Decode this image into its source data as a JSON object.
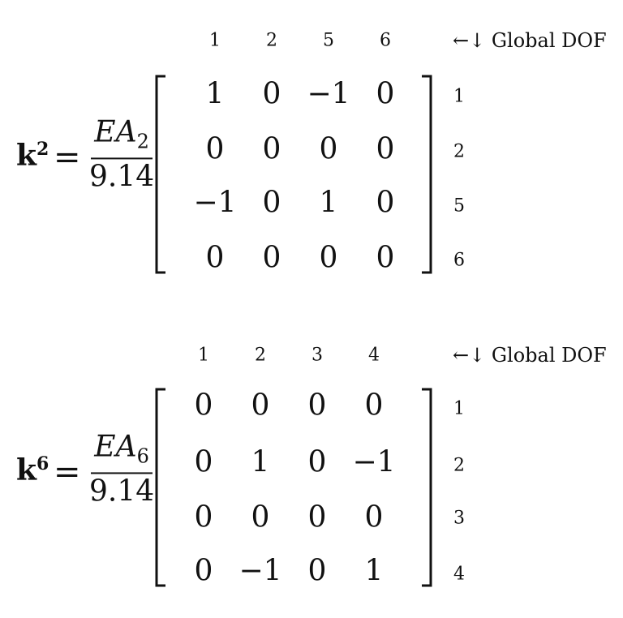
{
  "equations": [
    {
      "symbol": "k",
      "superscript": "2",
      "equals": "=",
      "numerator": {
        "base": "EA",
        "subscript": "2"
      },
      "denominator": "9.14",
      "column_dofs": [
        "1",
        "2",
        "5",
        "6"
      ],
      "row_dofs": [
        "1",
        "2",
        "5",
        "6"
      ],
      "dof_label": "←↓ Global DOF",
      "matrix": [
        [
          "1",
          "0",
          "−1",
          "0"
        ],
        [
          "0",
          "0",
          "0",
          "0"
        ],
        [
          "−1",
          "0",
          "1",
          "0"
        ],
        [
          "0",
          "0",
          "0",
          "0"
        ]
      ]
    },
    {
      "symbol": "k",
      "superscript": "6",
      "equals": "=",
      "numerator": {
        "base": "EA",
        "subscript": "6"
      },
      "denominator": "9.14",
      "column_dofs": [
        "1",
        "2",
        "3",
        "4"
      ],
      "row_dofs": [
        "1",
        "2",
        "3",
        "4"
      ],
      "dof_label": "←↓ Global DOF",
      "matrix": [
        [
          "0",
          "0",
          "0",
          "0"
        ],
        [
          "0",
          "1",
          "0",
          "−1"
        ],
        [
          "0",
          "0",
          "0",
          "0"
        ],
        [
          "0",
          "−1",
          "0",
          "1"
        ]
      ]
    }
  ]
}
